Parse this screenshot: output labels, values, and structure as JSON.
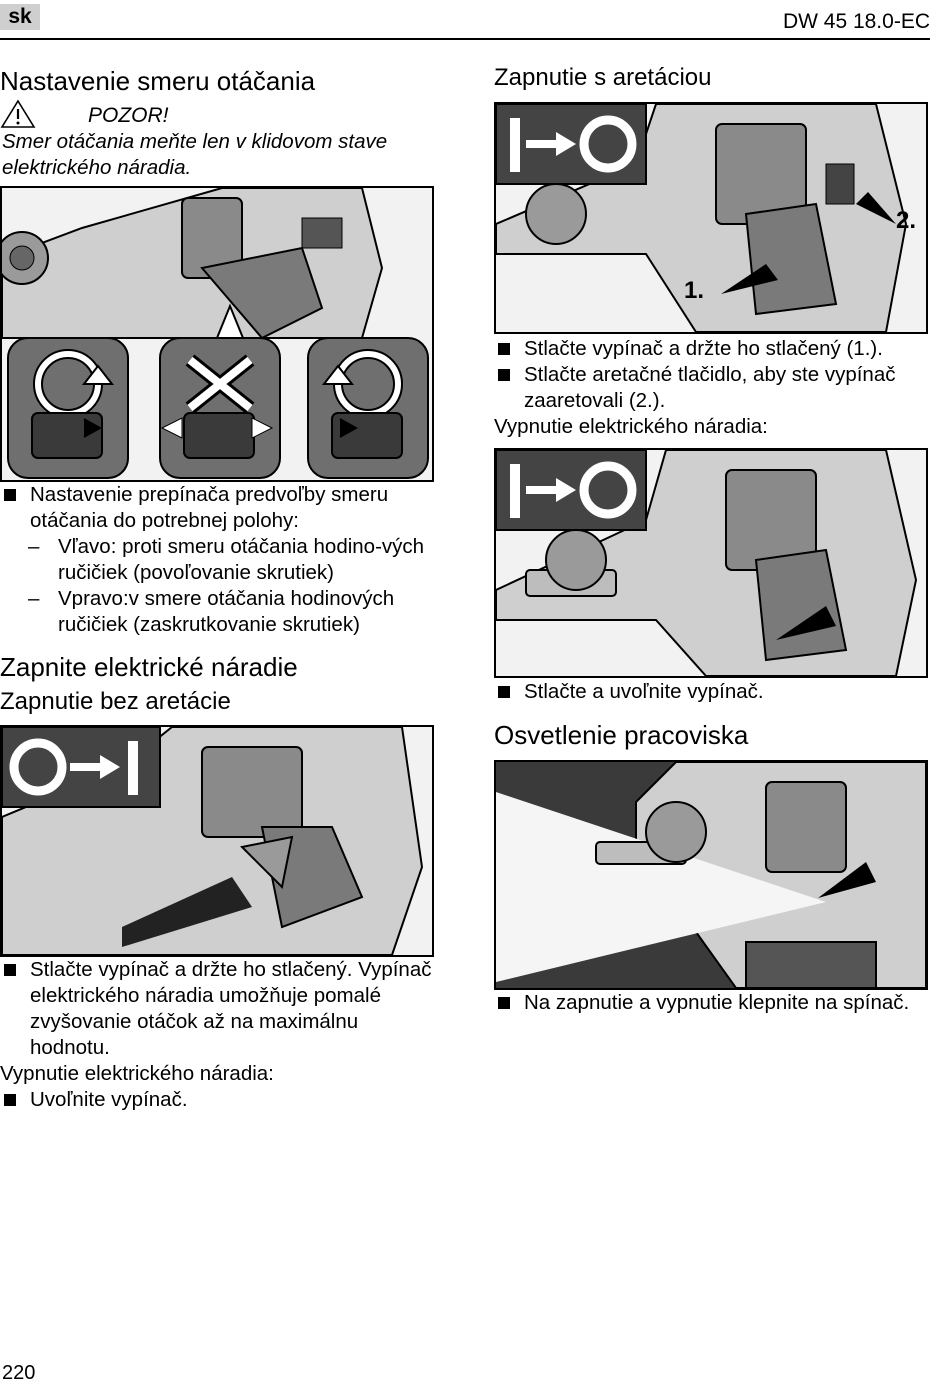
{
  "header": {
    "lang": "sk",
    "model": "DW 45 18.0-EC"
  },
  "left": {
    "section1": {
      "title": "Nastavenie smeru otáčania",
      "warning_label": "POZOR!",
      "warning_text": "Smer otáčania meňte len v klidovom stave elektrického náradia.",
      "bullet": "Nastavenie prepínača predvoľby smeru otáčania do potrebnej polohy:",
      "dash1": "Vľavo: proti smeru otáčania hodino-vých ručičiek (povoľovanie skrutiek)",
      "dash2": "Vpravo:v smere otáčania hodinových ručičiek (zaskrutkovanie skrutiek)"
    },
    "section2": {
      "title": "Zapnite elektrické náradie",
      "subtitle": "Zapnutie bez aretácie",
      "bullet": "Stlačte vypínač a držte ho stlačený. Vypínač elektrického náradia umožňuje pomalé zvyšovanie otáčok až na maximálnu hodnotu.",
      "off_label": "Vypnutie elektrického náradia:",
      "off_bullet": "Uvoľnite vypínač."
    }
  },
  "right": {
    "section3": {
      "subtitle": "Zapnutie s aretáciou",
      "bullet1": "Stlačte vypínač a držte ho stlačený (1.).",
      "bullet2": "Stlačte aretačné tlačidlo, aby ste vypínač zaaretovali (2.).",
      "off_label": "Vypnutie elektrického náradia:",
      "off_bullet": "Stlačte a uvoľnite vypínač.",
      "callout1": "1.",
      "callout2": "2."
    },
    "section4": {
      "title": "Osvetlenie pracoviska",
      "bullet": "Na zapnutie a vypnutie klepnite na spínač."
    }
  },
  "footer": {
    "page": "220"
  },
  "icons": [
    "warning-triangle-icon",
    "rotate-left-icon",
    "no-rotate-icon",
    "rotate-right-icon",
    "off-to-on-icon",
    "on-to-off-icon"
  ]
}
